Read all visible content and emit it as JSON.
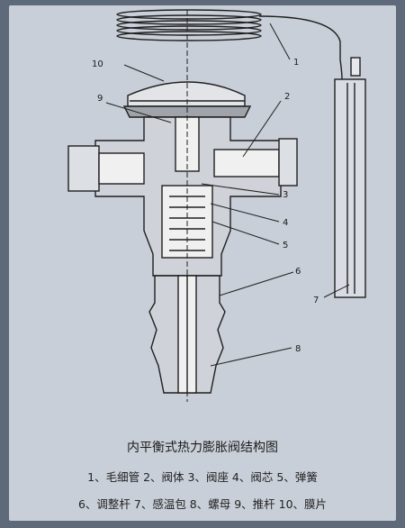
{
  "caption": {
    "title": "内平衡式热力膨胀阀结构图",
    "legend_line1": "1、毛细管 2、阀体 3、阀座 4、阀芯 5、弹簧",
    "legend_line2": "6、调整杆 7、感温包 8、螺母 9、推杆 10、膜片"
  },
  "callouts": [
    "1",
    "2",
    "3",
    "4",
    "5",
    "6",
    "7",
    "8",
    "9",
    "10"
  ],
  "colors": {
    "background": "#5e6a79",
    "paper": "#c9cfd8",
    "ink": "#1f1f1f"
  }
}
